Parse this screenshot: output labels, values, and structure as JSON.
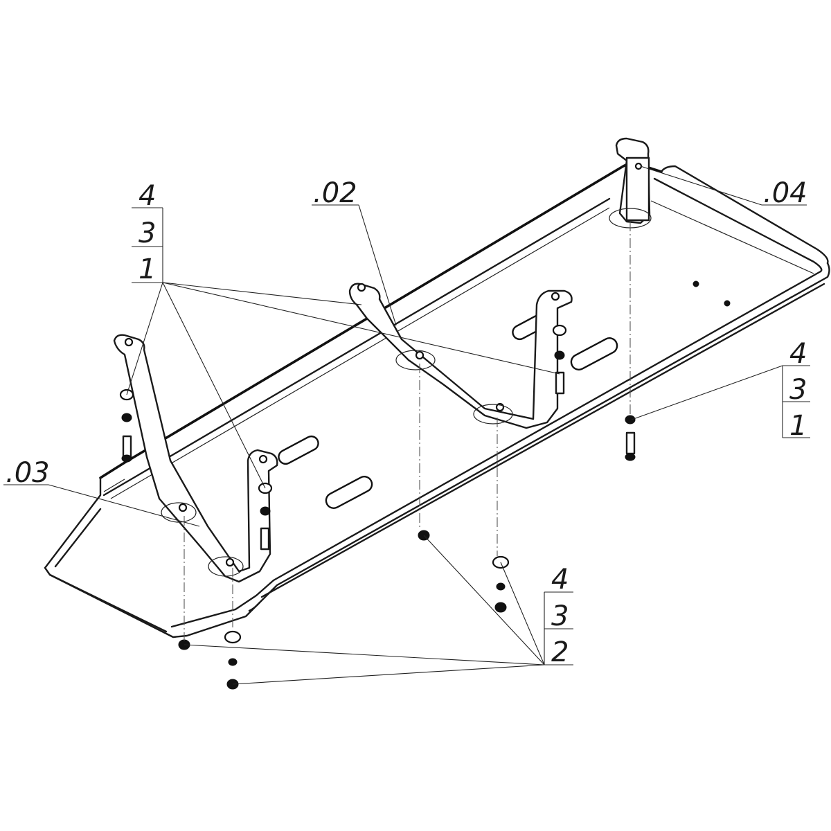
{
  "callouts": {
    "part_02": ".02",
    "part_03": ".03",
    "part_04": ".04"
  },
  "stacks": {
    "left_top": [
      "4",
      "3",
      "1"
    ],
    "right": [
      "4",
      "3",
      "1"
    ],
    "bottom": [
      "4",
      "3",
      "2"
    ]
  }
}
